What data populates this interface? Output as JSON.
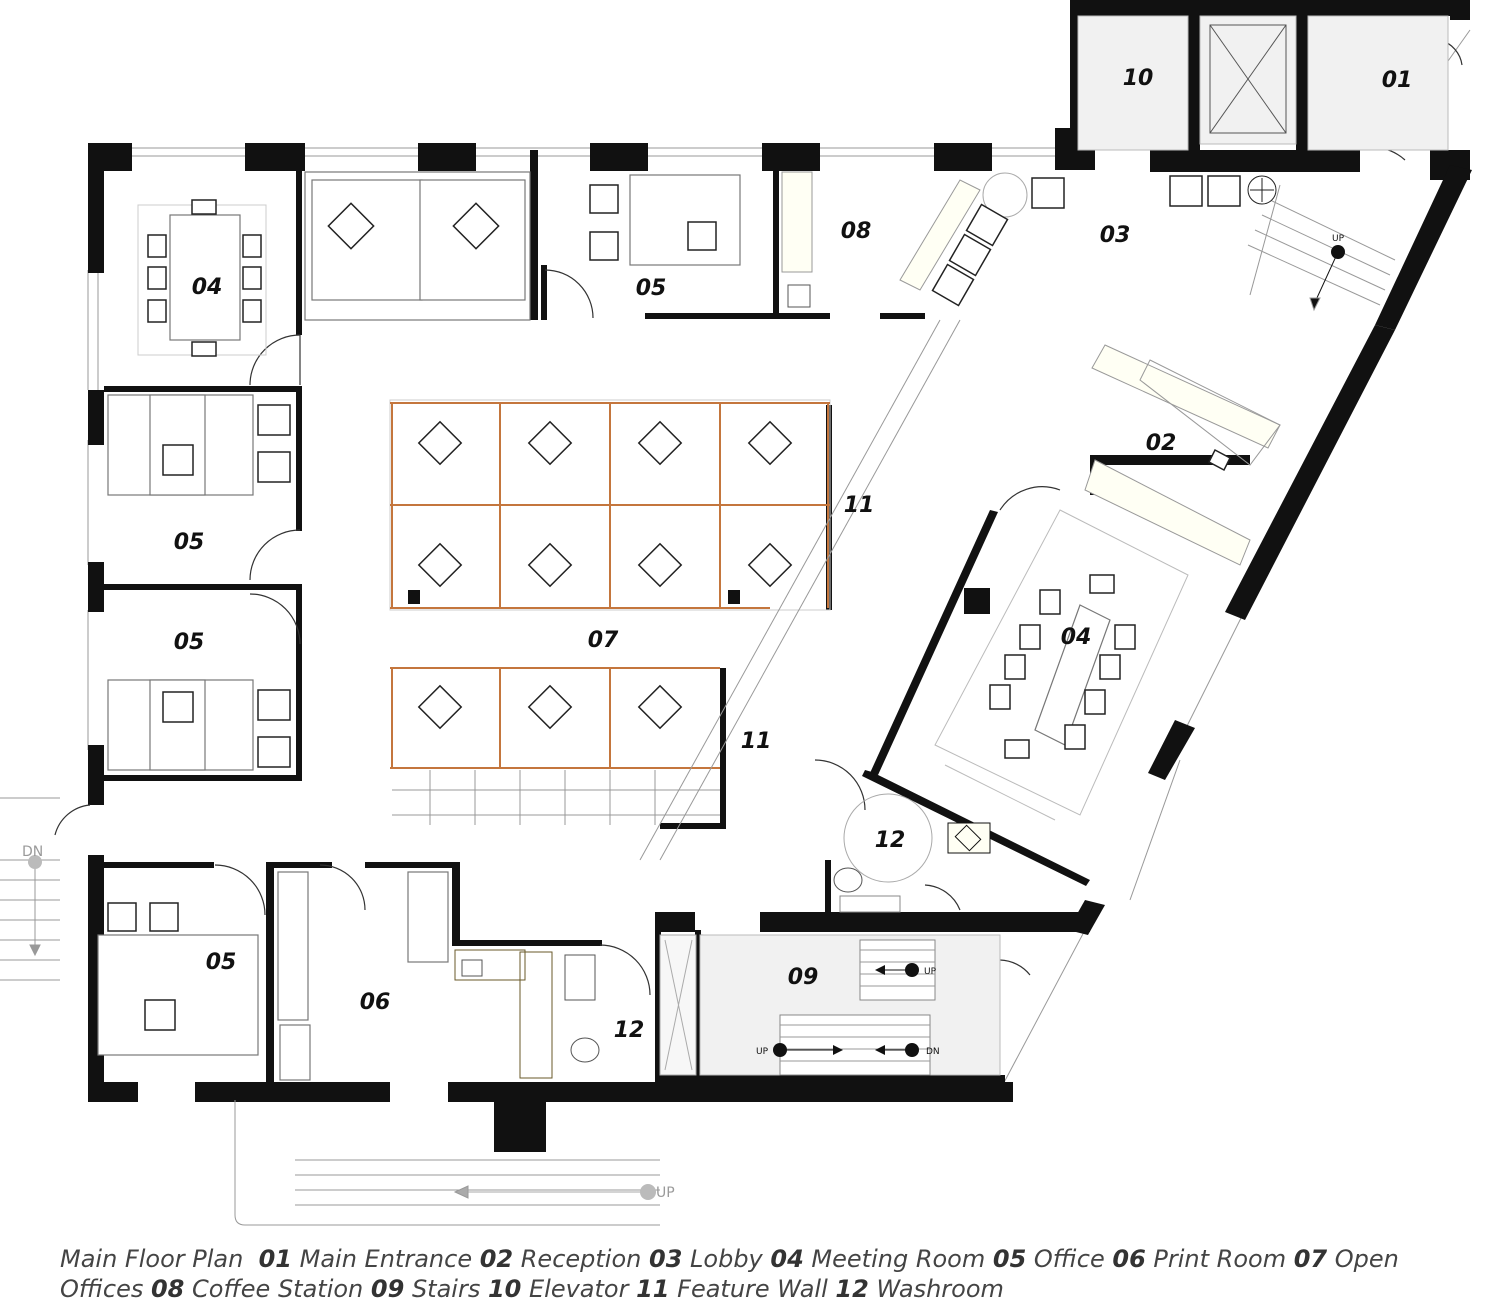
{
  "rooms": {
    "r01": "01",
    "r10": "10",
    "r03": "03",
    "r08": "08",
    "r05a": "05",
    "r04a": "04",
    "r02": "02",
    "r11a": "11",
    "r05b": "05",
    "r04b": "04",
    "r05c": "05",
    "r07": "07",
    "r11b": "11",
    "r12a": "12",
    "r05d": "05",
    "r06": "06",
    "r09": "09",
    "r12b": "12"
  },
  "stair_labels": {
    "up": "UP",
    "dn": "DN"
  },
  "caption": {
    "title": "Main Floor Plan",
    "items": [
      {
        "num": "01",
        "name": "Main Entrance"
      },
      {
        "num": "02",
        "name": "Reception"
      },
      {
        "num": "03",
        "name": "Lobby"
      },
      {
        "num": "04",
        "name": "Meeting Room"
      },
      {
        "num": "05",
        "name": "Office"
      },
      {
        "num": "06",
        "name": "Print Room"
      },
      {
        "num": "07",
        "name": "Open Offices"
      },
      {
        "num": "08",
        "name": "Coffee Station"
      },
      {
        "num": "09",
        "name": "Stairs"
      },
      {
        "num": "10",
        "name": "Elevator"
      },
      {
        "num": "11",
        "name": "Feature Wall"
      },
      {
        "num": "12",
        "name": "Washroom"
      }
    ]
  },
  "colors": {
    "wall": "#111111",
    "cubicle": "#c4763d",
    "caption": "#444444"
  }
}
